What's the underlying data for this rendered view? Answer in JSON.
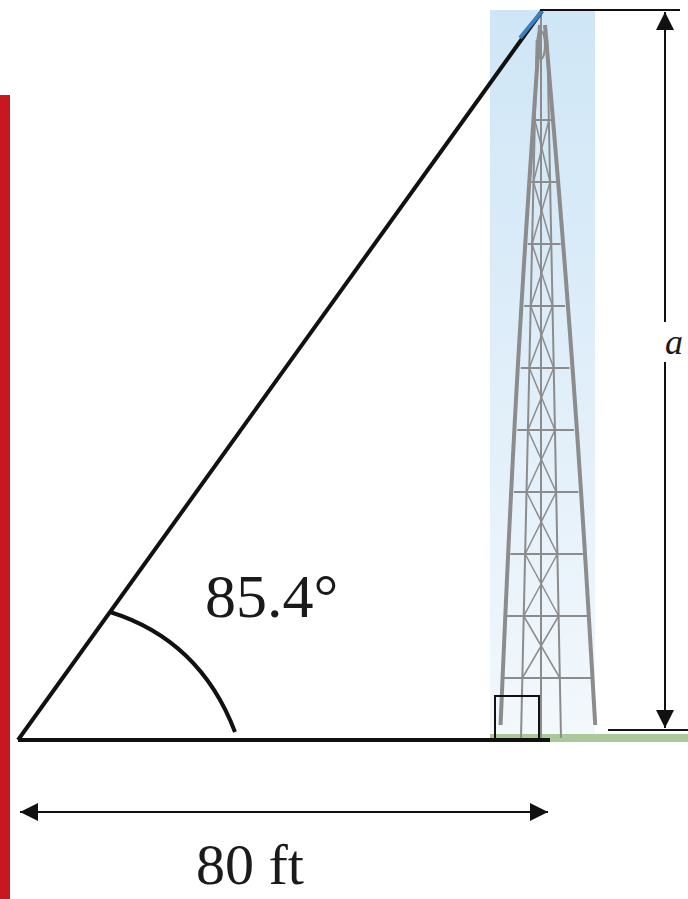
{
  "diagram": {
    "labels": [
      "85.4°",
      "80 ft",
      "a"
    ]
  }
}
